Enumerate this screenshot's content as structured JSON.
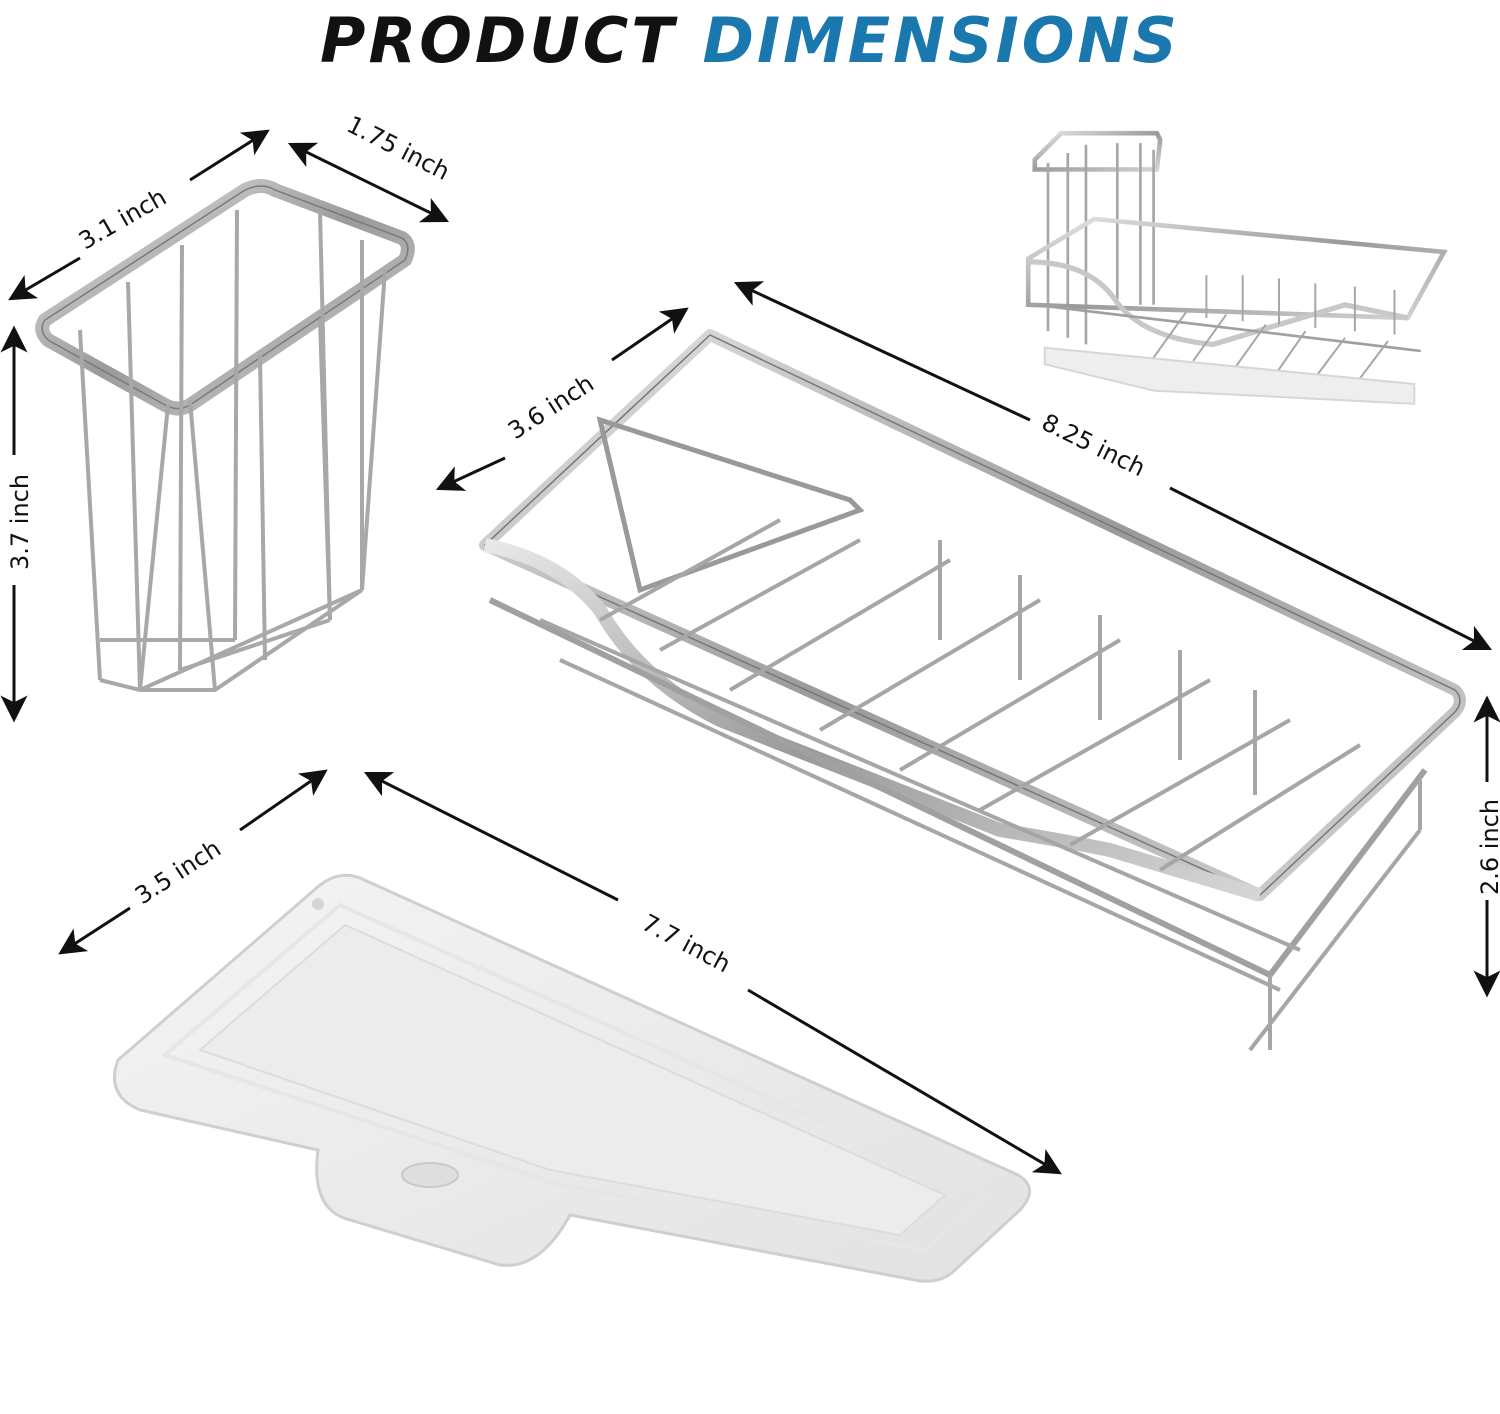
{
  "title": {
    "word1": "PRODUCT",
    "word2": "DIMENSIONS",
    "color_word1": "#111111",
    "color_word2": "#1a78ae"
  },
  "items": [
    {
      "name": "sponge-holder-basket",
      "dimensions": {
        "width": "3.1 inch",
        "depth": "1.75 inch",
        "height": "3.7 inch"
      }
    },
    {
      "name": "main-caddy-basket",
      "dimensions": {
        "depth": "3.6 inch",
        "length": "8.25 inch",
        "height": "2.6 inch"
      }
    },
    {
      "name": "drip-tray",
      "dimensions": {
        "depth": "3.5 inch",
        "length": "7.7 inch"
      }
    },
    {
      "name": "assembled-preview",
      "dimensions": {}
    }
  ]
}
